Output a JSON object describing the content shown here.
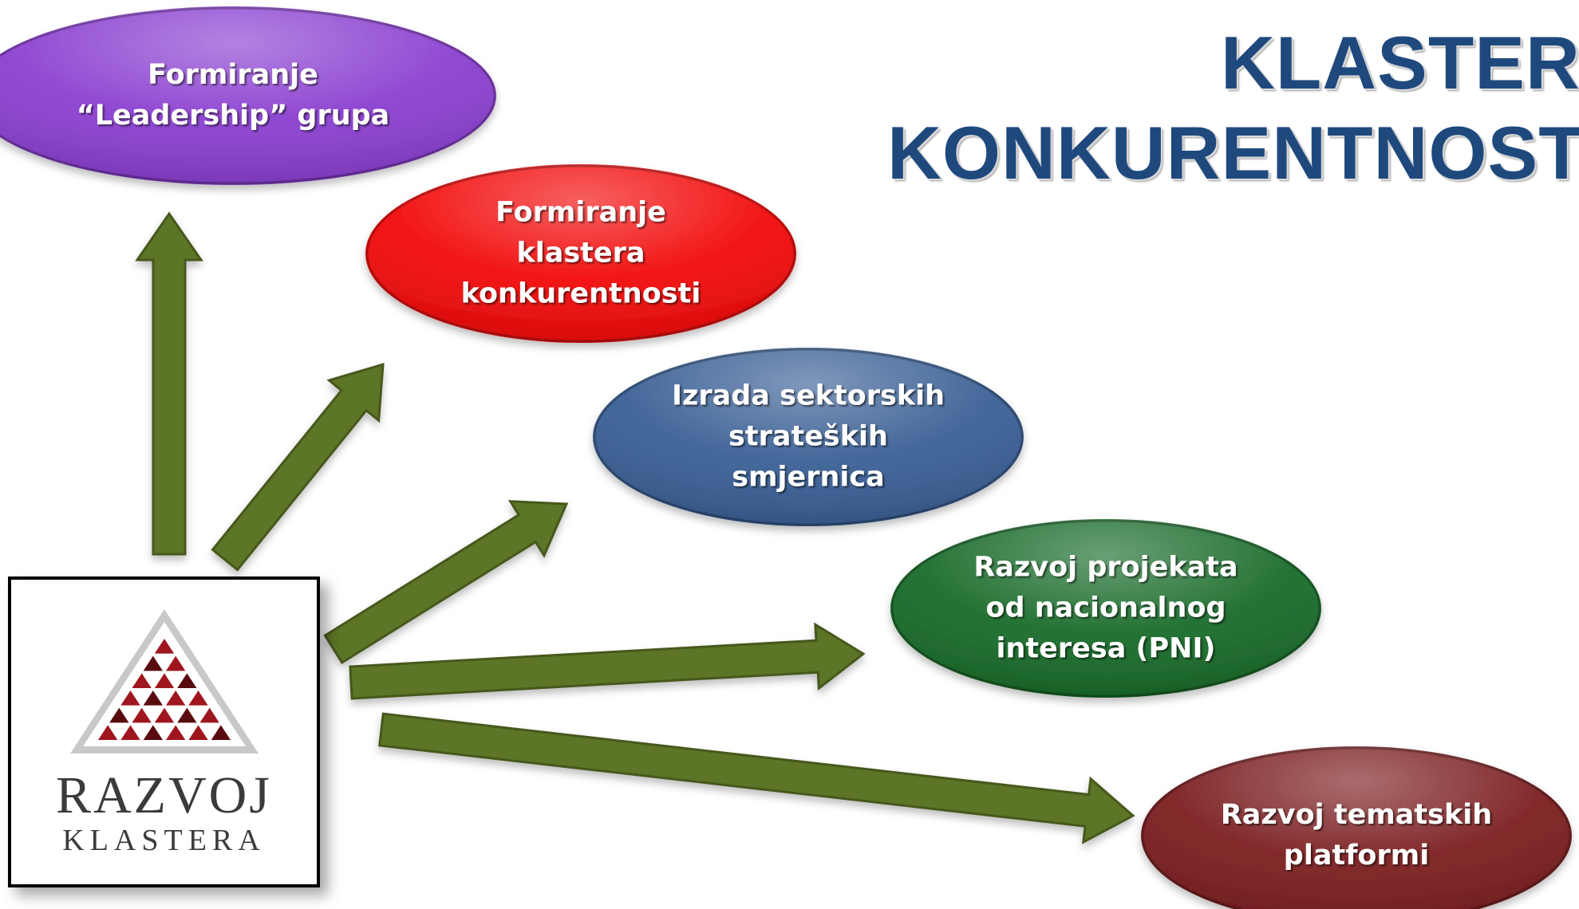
{
  "title": {
    "line1": "KLASTERI",
    "line2": "KONKURENTNOSTI"
  },
  "source": {
    "logo_line1": "RAZVOJ",
    "logo_line2": "KLASTERA"
  },
  "nodes": [
    {
      "id": "leadership",
      "lines": [
        "Formiranje",
        "“Leadership” grupa"
      ],
      "color": "#8a3fd0"
    },
    {
      "id": "klastera",
      "lines": [
        "Formiranje",
        "klastera",
        "konkurentnosti"
      ],
      "color": "#f20a0a"
    },
    {
      "id": "smjernice",
      "lines": [
        "Izrada sektorskih",
        "strateških",
        "smjernica"
      ],
      "color": "#3a5f95"
    },
    {
      "id": "pni",
      "lines": [
        "Razvoj projekata",
        "od nacionalnog",
        "interesa (PNI)"
      ],
      "color": "#196b2a"
    },
    {
      "id": "platforme",
      "lines": [
        "Razvoj tematskih",
        "platformi"
      ],
      "color": "#7b1e20"
    }
  ],
  "colors": {
    "title": "#1f497d",
    "arrow": "#5b7428",
    "logo_red": "#a0161e",
    "logo_gray": "#c8c8c8"
  }
}
